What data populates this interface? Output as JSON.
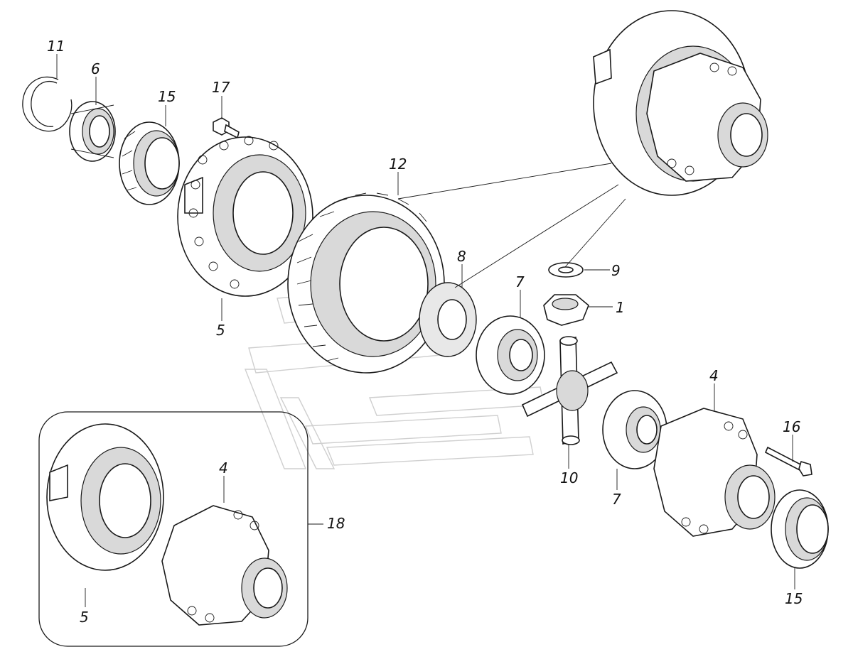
{
  "callouts": {
    "c11": "11",
    "c6": "6",
    "c15a": "15",
    "c17": "17",
    "c12": "12",
    "c8": "8",
    "c9": "9",
    "c1": "1",
    "c7a": "7",
    "c5a": "5",
    "c4a": "4",
    "c16": "16",
    "c10": "10",
    "c7b": "7",
    "c15b": "15",
    "c4b": "4",
    "c18": "18",
    "c5b": "5"
  }
}
